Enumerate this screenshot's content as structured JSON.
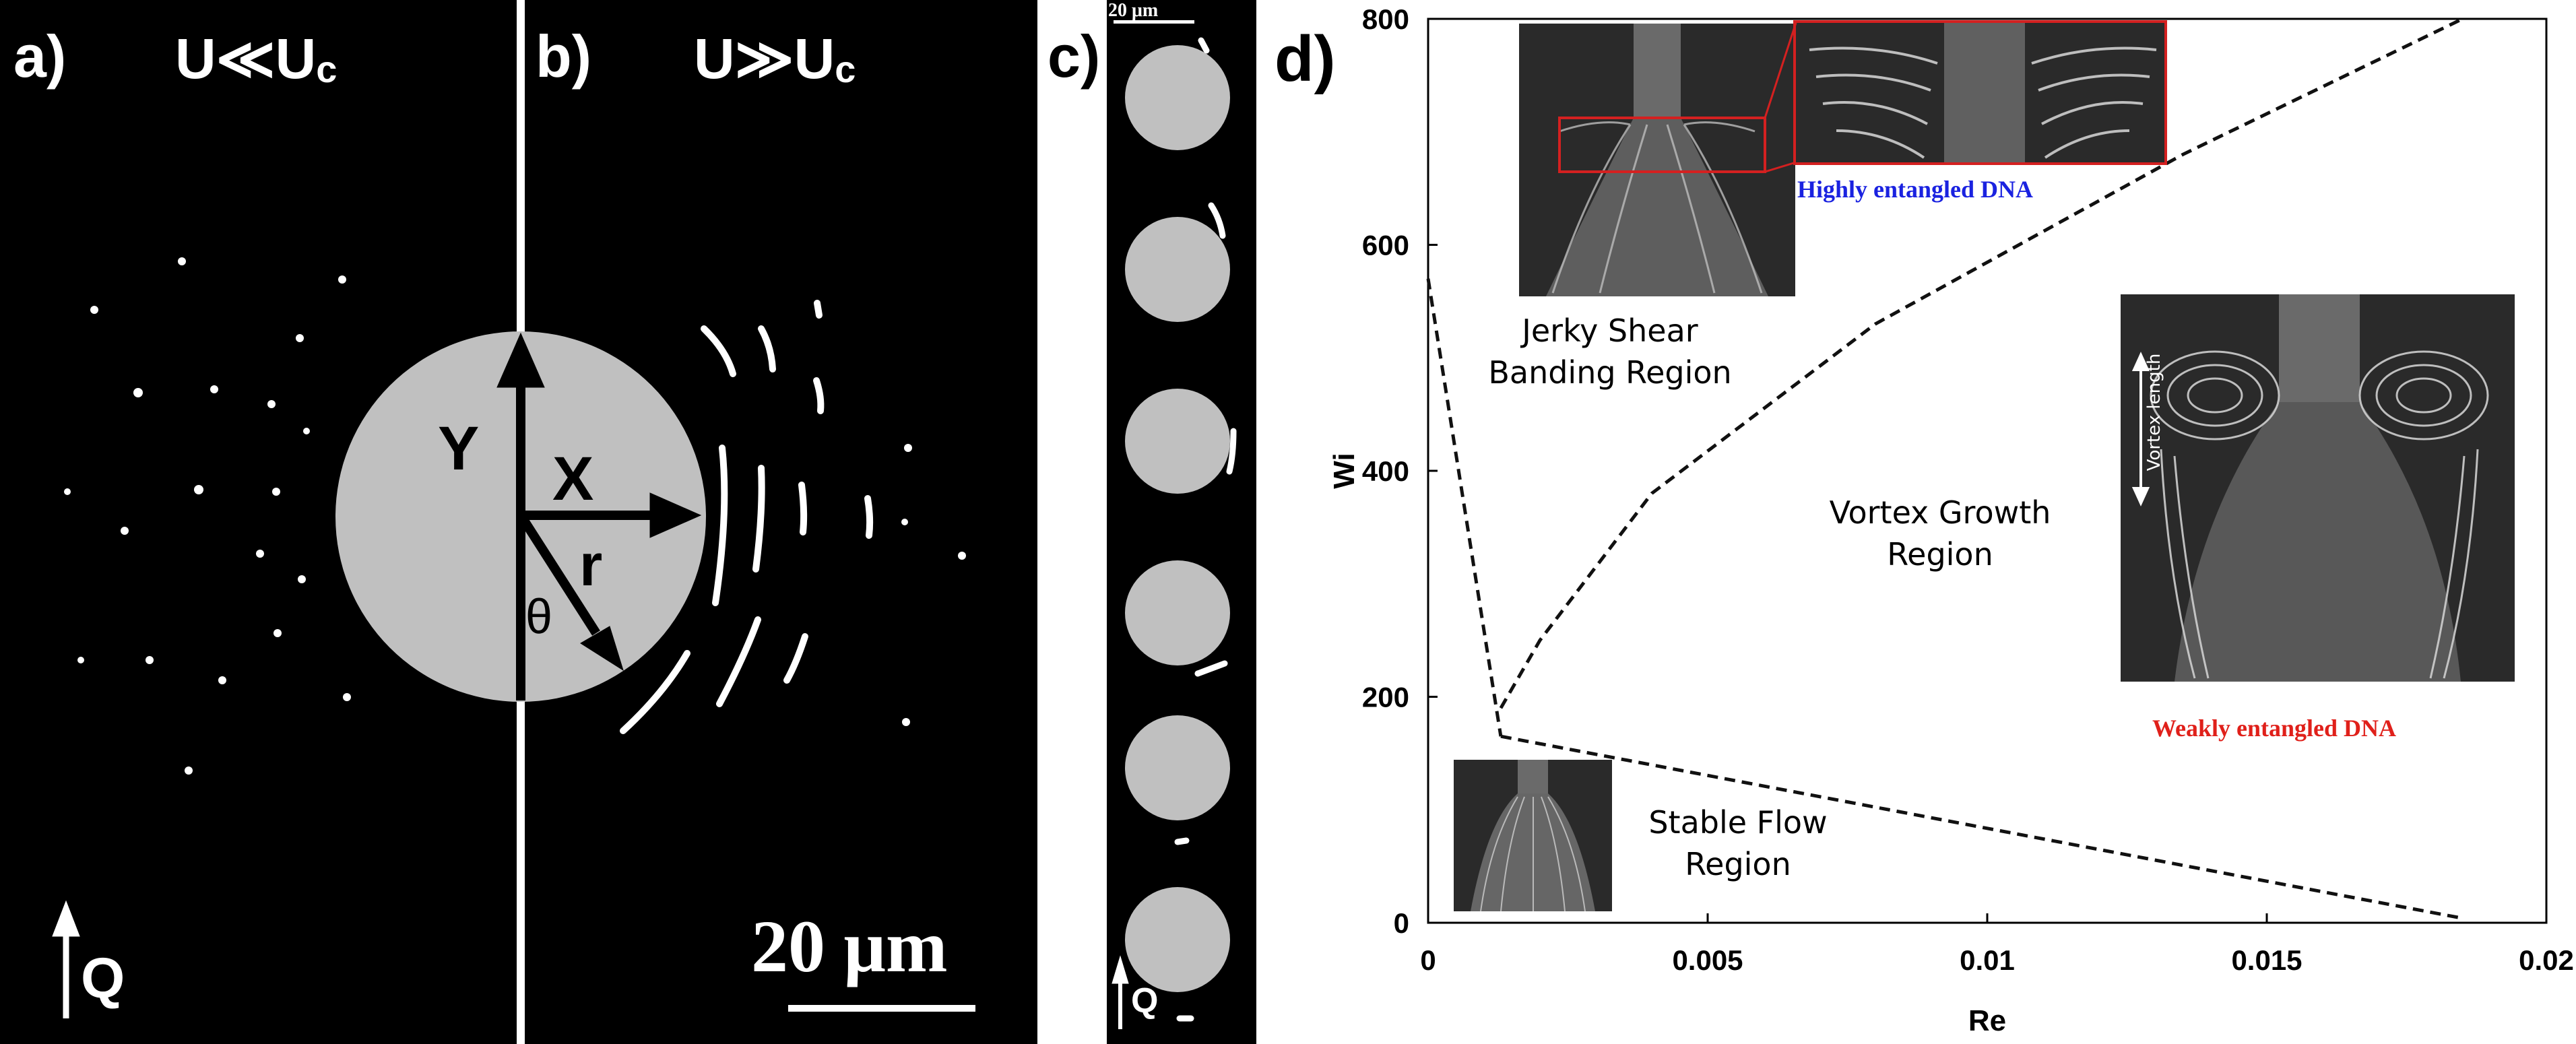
{
  "panel_a": {
    "label": "a)",
    "condition": "U≪U",
    "condition_sub": "c",
    "flow_label": "Q"
  },
  "panel_b": {
    "label": "b)",
    "condition": "U≫U",
    "condition_sub": "c",
    "axis_y": "Y",
    "axis_x": "X",
    "axis_r": "r",
    "axis_theta": "θ",
    "scale_bar": "20 μm"
  },
  "panel_c": {
    "label": "c)",
    "scale_bar": "20 μm",
    "flow_label": "Q"
  },
  "panel_d": {
    "label": "d)",
    "regions": {
      "jerky": [
        "Jerky Shear",
        "Banding Region"
      ],
      "vortex": [
        "Vortex Growth",
        "Region"
      ],
      "stable": [
        "Stable Flow",
        "Region"
      ]
    },
    "inset_labels": {
      "highly": "Highly entangled DNA",
      "weakly": "Weakly entangled DNA",
      "vortex_length": "Vortex length"
    },
    "colors": {
      "highly": "#1a22e0",
      "weakly": "#e0201a",
      "inset_box": "#d42020"
    }
  },
  "chart_data": {
    "type": "line",
    "xlabel": "Re",
    "ylabel": "Wi",
    "xlim": [
      0,
      0.02
    ],
    "ylim": [
      0,
      800
    ],
    "x_ticks": [
      "0",
      "0.005",
      "0.01",
      "0.015",
      "0.02"
    ],
    "y_ticks": [
      "0",
      "200",
      "400",
      "600",
      "800"
    ],
    "series": [
      {
        "style": "dashed",
        "x": [
          0.0,
          0.0013
        ],
        "y": [
          570,
          165
        ]
      },
      {
        "style": "dashed",
        "x": [
          0.0013,
          0.0185
        ],
        "y": [
          165,
          4
        ]
      },
      {
        "style": "dashed",
        "x": [
          0.0013,
          0.002,
          0.004,
          0.008,
          0.0135,
          0.0185
        ],
        "y": [
          190,
          250,
          380,
          530,
          680,
          800
        ]
      }
    ]
  }
}
